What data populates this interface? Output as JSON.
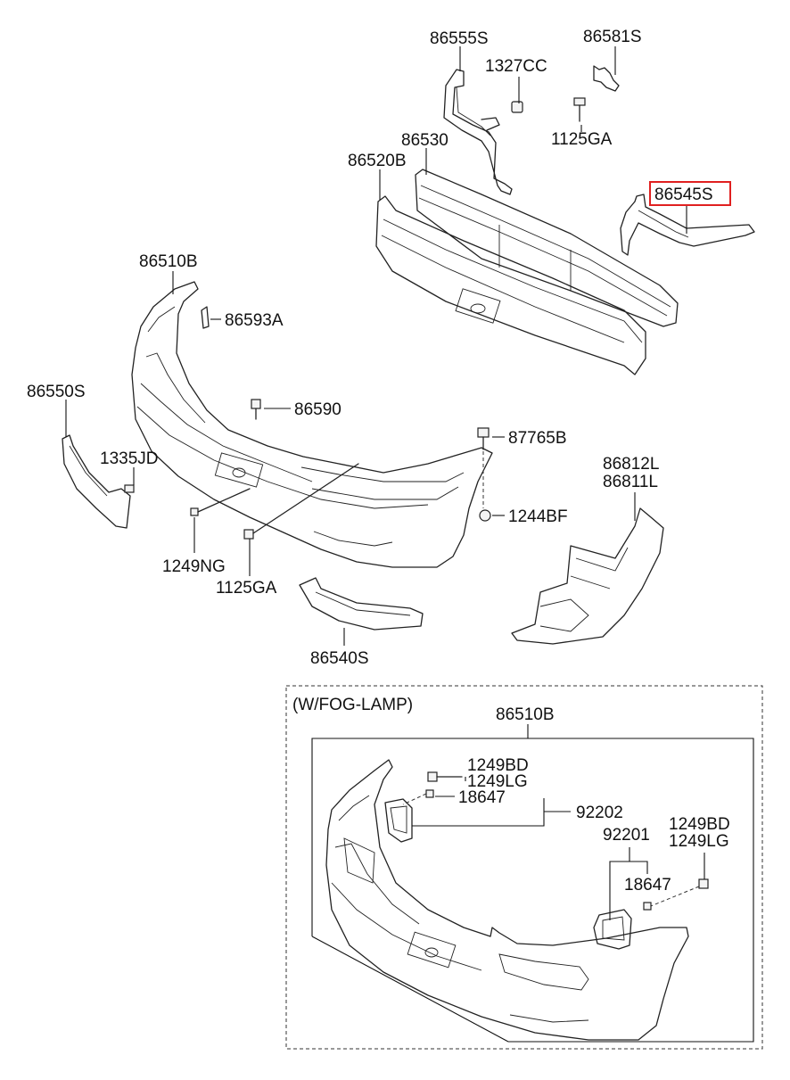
{
  "highlight_color": "#e02020",
  "labels": {
    "p86555S": "86555S",
    "p86581S": "86581S",
    "p1327CC": "1327CC",
    "p1125GA_top": "1125GA",
    "p86530": "86530",
    "p86520B": "86520B",
    "p86545S": "86545S",
    "p86510B": "86510B",
    "p86593A": "86593A",
    "p86550S": "86550S",
    "p86590": "86590",
    "p87765B": "87765B",
    "p1335JD": "1335JD",
    "p86812L": "86812L",
    "p86811L": "86811L",
    "p1244BF": "1244BF",
    "p1249NG": "1249NG",
    "p1125GA_bottom": "1125GA",
    "p86540S": "86540S",
    "fog_title": "(W/FOG-LAMP)",
    "fog_86510B": "86510B",
    "fog_1249BD_a": "1249BD",
    "fog_1249LG_a": "1249LG",
    "fog_18647_a": "18647",
    "fog_92202": "92202",
    "fog_92201": "92201",
    "fog_1249BD_b": "1249BD",
    "fog_1249LG_b": "1249LG",
    "fog_18647_b": "18647"
  }
}
